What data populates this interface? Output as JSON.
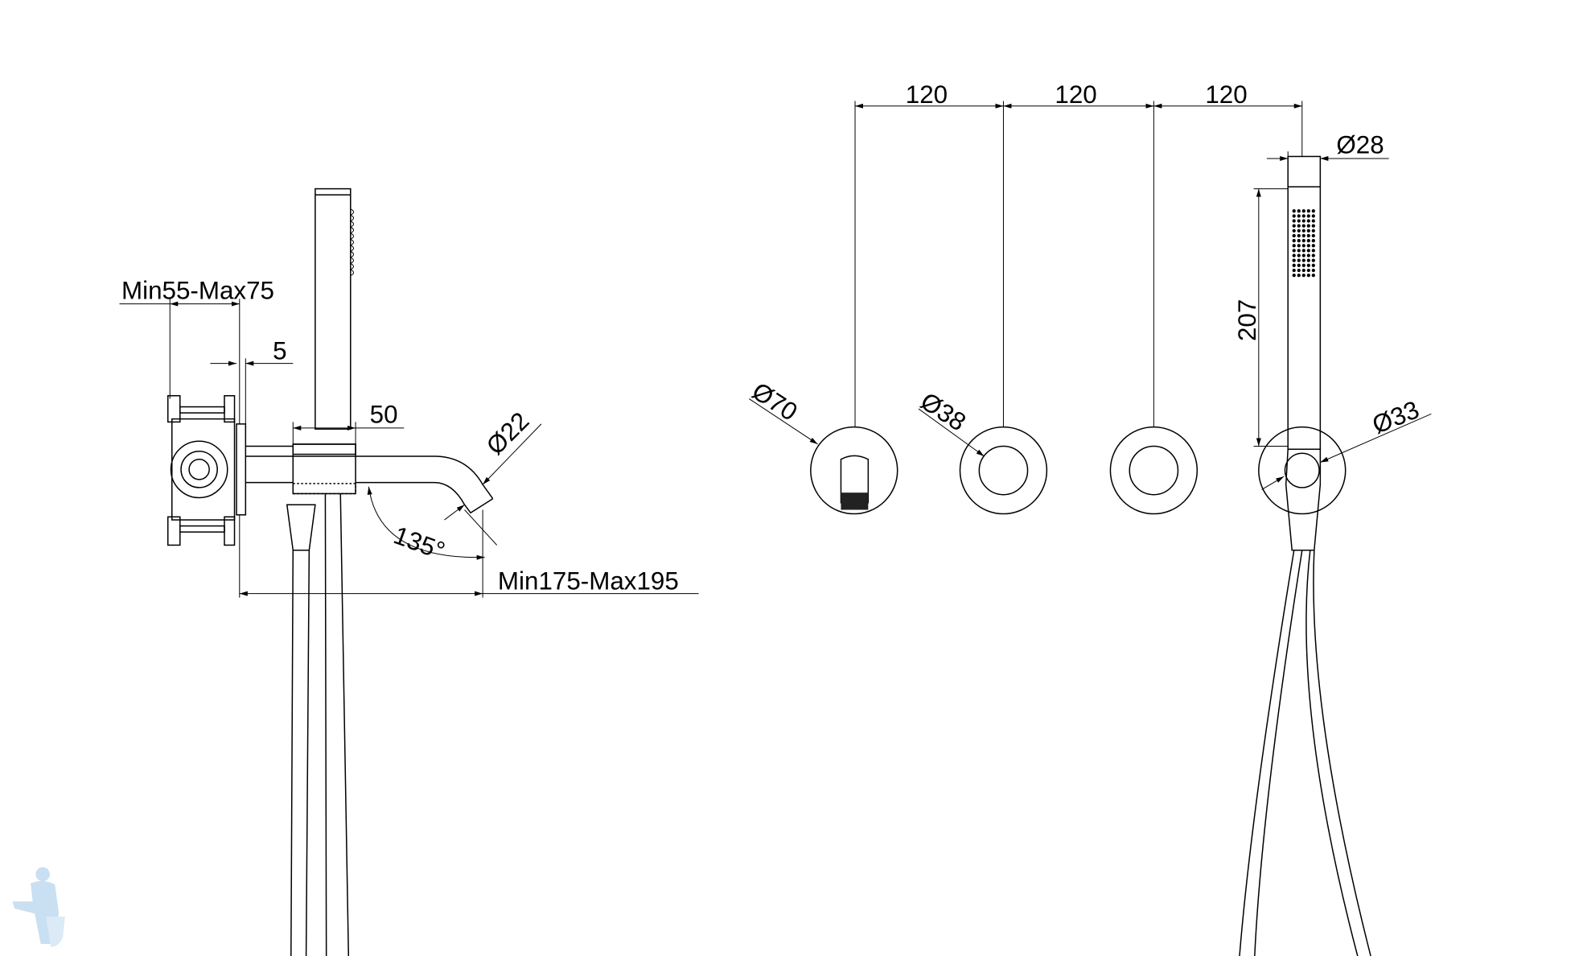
{
  "left_view": {
    "depth_label": "Min55-Max75",
    "plate_label": "5",
    "holder_label": "50",
    "spout_diameter_label": "Ø22",
    "angle_label": "135°",
    "reach_label": "Min175-Max195"
  },
  "front_view": {
    "spacing_labels": [
      "120",
      "120",
      "120"
    ],
    "spout_plate_diameter_label": "Ø70",
    "handle_diameter_label": "Ø38",
    "shower_diameter_label": "Ø28",
    "shower_length_label": "207",
    "holder_diameter_label": "Ø33"
  },
  "colors": {
    "line": "#000000",
    "watermark": "#c9dff2"
  }
}
